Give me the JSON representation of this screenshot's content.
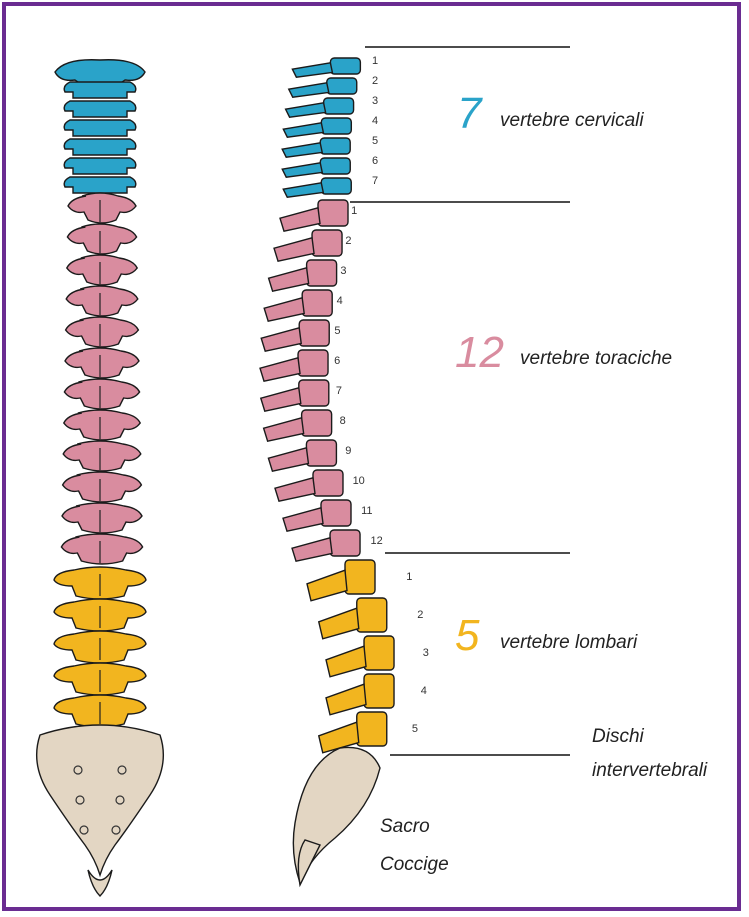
{
  "colors": {
    "cervical": "#2aa3c9",
    "thoracic": "#d98c9f",
    "lumbar": "#f2b51f",
    "sacrum": "#e3d6c3",
    "frame": "#6a2c91"
  },
  "groups": {
    "cervical": {
      "count": "7",
      "label": "vertebre cervicali"
    },
    "thoracic": {
      "count": "12",
      "label": "vertebre toraciche"
    },
    "lumbar": {
      "count": "5",
      "label": "vertebre lombari"
    }
  },
  "discs": {
    "line1": "Dischi",
    "line2": "intervertebrali"
  },
  "sacrum": {
    "line1": "Sacro",
    "line2": "Coccige"
  },
  "vertebra_numbers": {
    "cervical": [
      "1",
      "2",
      "3",
      "4",
      "5",
      "6",
      "7"
    ],
    "thoracic": [
      "1",
      "2",
      "3",
      "4",
      "5",
      "6",
      "7",
      "8",
      "9",
      "10",
      "11",
      "12"
    ],
    "lumbar": [
      "1",
      "2",
      "3",
      "4",
      "5"
    ]
  }
}
